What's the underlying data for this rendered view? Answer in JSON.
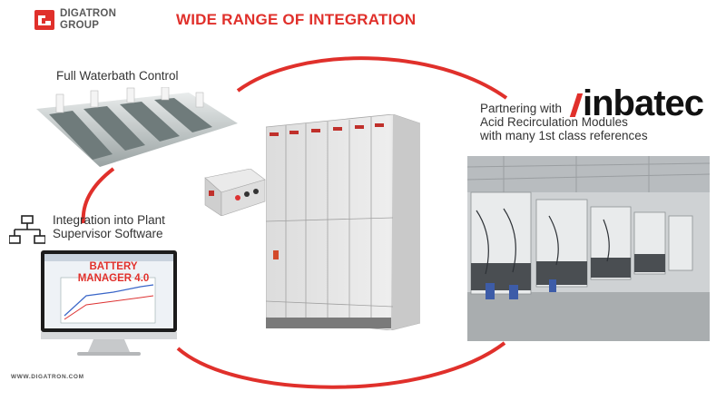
{
  "brand": {
    "logo_line1": "DIGATRON",
    "logo_line2": "GROUP",
    "accent_color": "#e0302b"
  },
  "title": "WIDE RANGE OF INTEGRATION",
  "labels": {
    "waterbath": "Full Waterbath Control",
    "partner_line1": "Partnering with",
    "partner_line2": "Acid Recirculation Modules",
    "partner_line3": "with many 1st class references",
    "integration_line1": "Integration into Plant",
    "integration_line2": "Supervisor Software"
  },
  "partner_logo": "inbatec",
  "software": {
    "line1": "BATTERY",
    "line2": "MANAGER 4.0"
  },
  "icons": [
    "network-icon",
    "logo-icon"
  ],
  "footer": "WWW.DIGATRON.COM"
}
